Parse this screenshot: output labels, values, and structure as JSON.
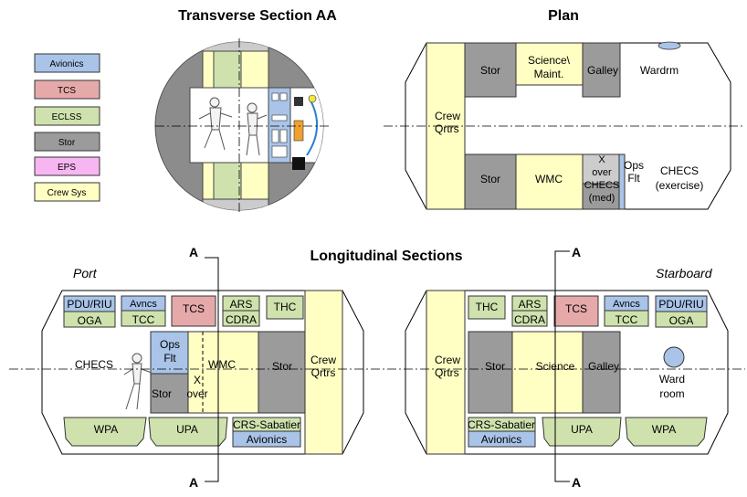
{
  "titles": {
    "transverse": "Transverse Section AA",
    "plan": "Plan",
    "longitudinal": "Longitudinal Sections",
    "port": "Port",
    "starboard": "Starboard",
    "cut_marker": "A"
  },
  "legend": [
    {
      "label": "Avionics",
      "color": "#a9c4e8"
    },
    {
      "label": "TCS",
      "color": "#e6a9a9"
    },
    {
      "label": "ECLSS",
      "color": "#cfe2ad"
    },
    {
      "label": "Stor",
      "color": "#9b9b9b"
    },
    {
      "label": "EPS",
      "color": "#f7b6f2"
    },
    {
      "label": "Crew Sys",
      "color": "#ffffc4"
    }
  ],
  "plan": {
    "crew_qrtrs": [
      "Crew",
      "Qrtrs"
    ],
    "stor_top": "Stor",
    "science_maint": [
      "Science\\",
      "Maint."
    ],
    "galley": "Galley",
    "wardrm": "Wardrm",
    "stor_bottom": "Stor",
    "wmc": "WMC",
    "x_over_checs": [
      "X",
      "over",
      "CHECS",
      "(med)"
    ],
    "ops_flt": [
      "Ops",
      "Flt"
    ],
    "checs_exercise": [
      "CHECS",
      "(exercise)"
    ]
  },
  "port": {
    "pdu_riu": "PDU/RIU",
    "oga": "OGA",
    "avncs": "Avncs",
    "tcc": "TCC",
    "tcs": "TCS",
    "ars": "ARS",
    "cdra": "CDRA",
    "thc": "THC",
    "checs": "CHECS",
    "ops_flt": [
      "Ops",
      "Flt"
    ],
    "wmc": "WMC",
    "stor_small": "Stor",
    "x_over": [
      "X",
      "over"
    ],
    "stor": "Stor",
    "crew_qrtrs": [
      "Crew",
      "Qrtrs"
    ],
    "wpa": "WPA",
    "upa": "UPA",
    "crs_sabatier": "CRS-Sabatier",
    "avionics": "Avionics"
  },
  "starboard": {
    "crew_qrtrs": [
      "Crew",
      "Qrtrs"
    ],
    "thc": "THC",
    "ars": "ARS",
    "cdra": "CDRA",
    "tcs": "TCS",
    "avncs": "Avncs",
    "tcc": "TCC",
    "pdu_riu": "PDU/RIU",
    "oga": "OGA",
    "stor": "Stor",
    "science": "Science",
    "galley": "Galley",
    "ward_room": [
      "Ward",
      "room"
    ],
    "crs_sabatier": "CRS-Sabatier",
    "avionics": "Avionics",
    "upa": "UPA",
    "wpa": "WPA"
  }
}
